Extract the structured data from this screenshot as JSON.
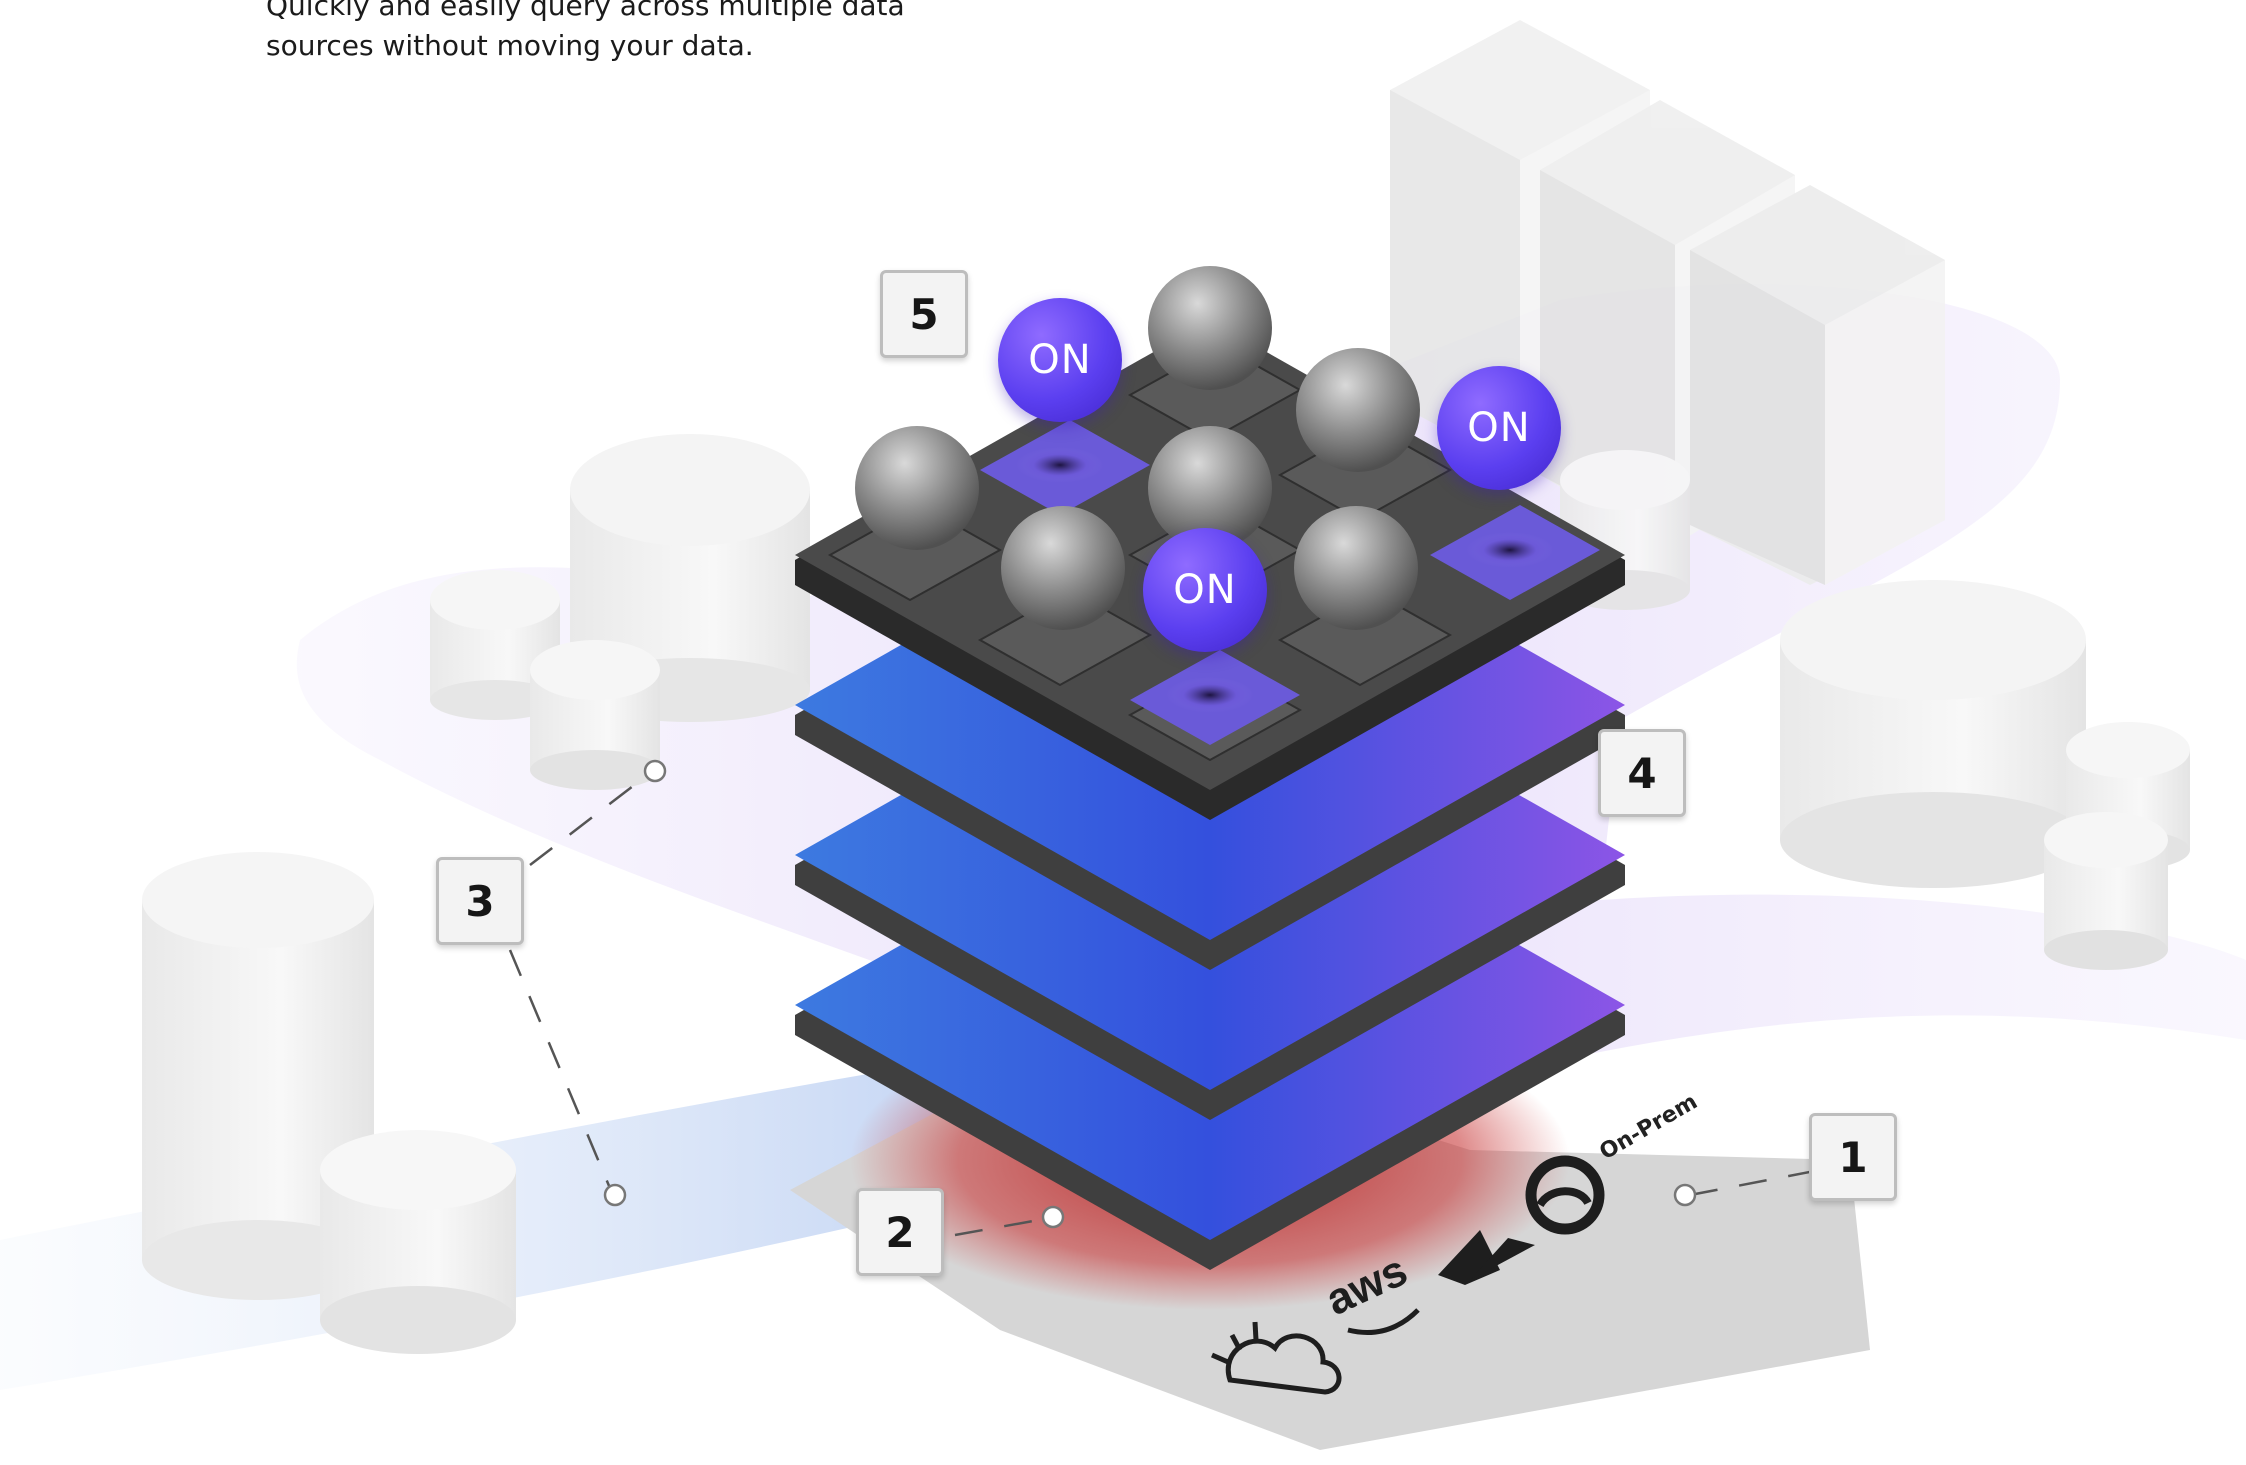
{
  "intro": {
    "text": "Quickly and easily query across multiple data sources without moving your data."
  },
  "callouts": [
    "1",
    "2",
    "3",
    "4",
    "5"
  ],
  "badges": {
    "on_label": "ON"
  },
  "platform": {
    "providers": [
      "ibm-cloud-icon",
      "aws-logo",
      "azure-logo",
      "hybrid-cloud-icon"
    ],
    "on_prem_label": "On-Prem",
    "aws_label": "aws"
  },
  "colors": {
    "layer_blue": "#3a63db",
    "layer_purple": "#8a55e8",
    "top_layer": "#3b3b3b",
    "badge": "#5b3ff0",
    "glow_red": "#c83232",
    "base_gray": "#d4d4d4"
  }
}
